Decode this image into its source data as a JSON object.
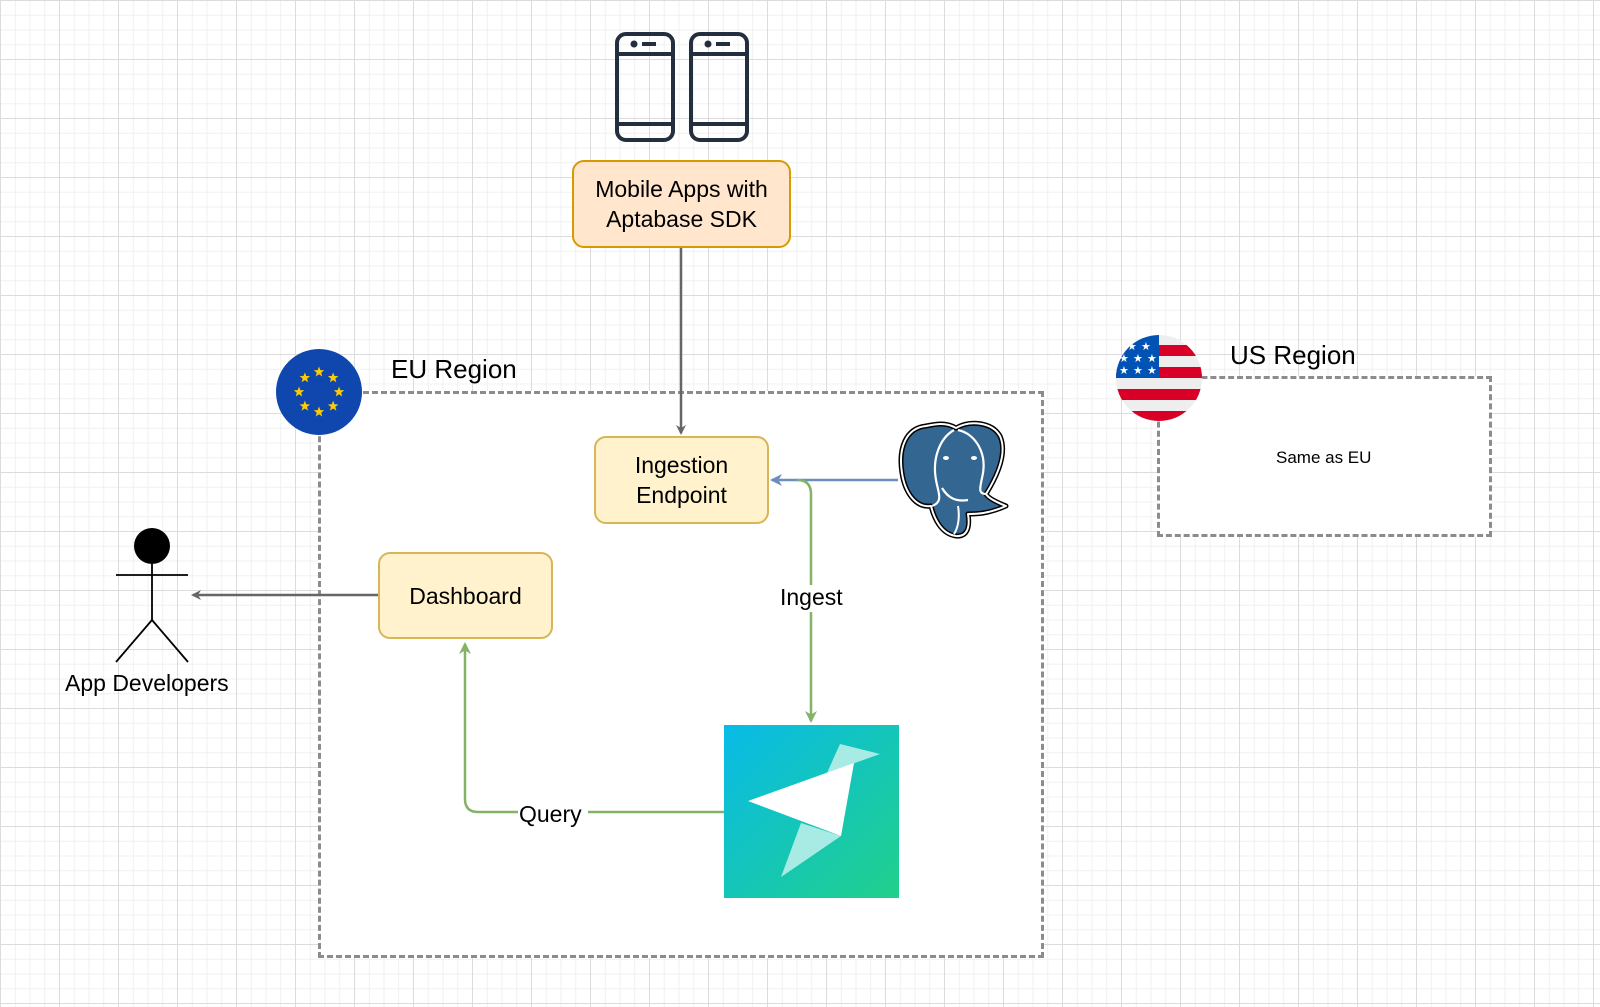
{
  "diagram": {
    "nodes": {
      "mobile_apps": {
        "label_line1": "Mobile Apps with",
        "label_line2": "Aptabase SDK",
        "icon": "mobile-phones-icon"
      },
      "ingestion": {
        "label_line1": "Ingestion",
        "label_line2": "Endpoint"
      },
      "dashboard": {
        "label": "Dashboard"
      },
      "postgres": {
        "icon": "postgresql-elephant-icon"
      },
      "tinybird": {
        "icon": "tinybird-logo-icon"
      },
      "actor": {
        "label": "App Developers",
        "icon": "stick-figure-actor-icon"
      }
    },
    "regions": {
      "eu": {
        "title": "EU Region",
        "flag": "eu-flag-icon"
      },
      "us": {
        "title": "US Region",
        "flag": "us-flag-icon",
        "body": "Same as EU"
      }
    },
    "edges": [
      {
        "from": "mobile_apps",
        "to": "ingestion",
        "label": "",
        "color": "#666666"
      },
      {
        "from": "postgres",
        "to": "ingestion",
        "label": "",
        "color": "#6c8ebf"
      },
      {
        "from": "ingestion",
        "to": "tinybird",
        "label": "Ingest",
        "color": "#82b366"
      },
      {
        "from": "tinybird",
        "to": "dashboard",
        "label": "Query",
        "color": "#82b366"
      },
      {
        "from": "dashboard",
        "to": "actor",
        "label": "",
        "color": "#666666"
      }
    ],
    "colors": {
      "eu_blue": "#0f47af",
      "eu_star": "#ffcc00",
      "us_red": "#d80027",
      "us_blue": "#0052b4",
      "postgres_blue": "#336791",
      "tinybird_start": "#08bbe8",
      "tinybird_end": "#21d08a"
    }
  }
}
